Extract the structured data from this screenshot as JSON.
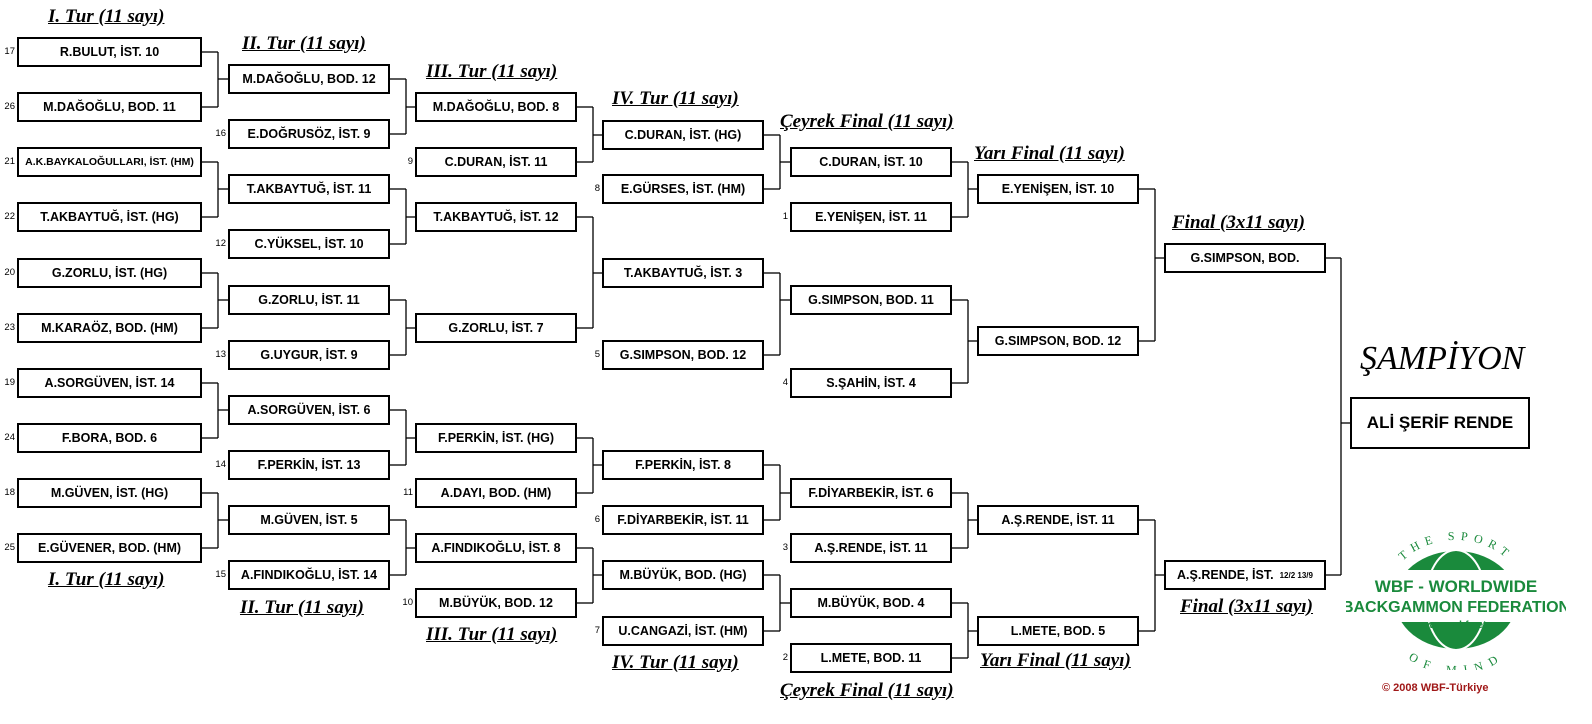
{
  "headers": {
    "r1": "I. Tur (11 sayı)",
    "r2": "II. Tur (11 sayı)",
    "r3": "III. Tur (11 sayı)",
    "r4": "IV. Tur (11 sayı)",
    "qf": "Çeyrek Final (11 sayı)",
    "sf": "Yarı Final (11 sayı)",
    "f": "Final (3x11 sayı)"
  },
  "r1": [
    {
      "seed": "17",
      "name": "R.BULUT, İST. 10"
    },
    {
      "seed": "26",
      "name": "M.DAĞOĞLU, BOD. 11"
    },
    {
      "seed": "21",
      "name": "A.K.BAYKALOĞULLARI, İST. (HM)"
    },
    {
      "seed": "22",
      "name": "T.AKBAYTUĞ, İST. (HG)"
    },
    {
      "seed": "20",
      "name": "G.ZORLU, İST. (HG)"
    },
    {
      "seed": "23",
      "name": "M.KARAÖZ, BOD. (HM)"
    },
    {
      "seed": "19",
      "name": "A.SORGÜVEN, İST. 14"
    },
    {
      "seed": "24",
      "name": "F.BORA, BOD. 6"
    },
    {
      "seed": "18",
      "name": "M.GÜVEN, İST. (HG)"
    },
    {
      "seed": "25",
      "name": "E.GÜVENER, BOD. (HM)"
    }
  ],
  "r2": [
    {
      "seed": "",
      "name": "M.DAĞOĞLU, BOD. 12"
    },
    {
      "seed": "16",
      "name": "E.DOĞRUSÖZ, İST. 9"
    },
    {
      "seed": "",
      "name": "T.AKBAYTUĞ, İST. 11"
    },
    {
      "seed": "12",
      "name": "C.YÜKSEL, İST. 10"
    },
    {
      "seed": "",
      "name": "G.ZORLU, İST. 11"
    },
    {
      "seed": "13",
      "name": "G.UYGUR, İST. 9"
    },
    {
      "seed": "",
      "name": "A.SORGÜVEN, İST. 6"
    },
    {
      "seed": "14",
      "name": "F.PERKİN, İST. 13"
    },
    {
      "seed": "",
      "name": "M.GÜVEN, İST. 5"
    },
    {
      "seed": "15",
      "name": "A.FINDIKOĞLU, İST. 14"
    }
  ],
  "r3": [
    {
      "seed": "",
      "name": "M.DAĞOĞLU, BOD. 8"
    },
    {
      "seed": "9",
      "name": "C.DURAN, İST. 11"
    },
    {
      "seed": "",
      "name": "T.AKBAYTUĞ, İST. 12"
    },
    {
      "seed": "",
      "name": "G.ZORLU, İST. 7"
    },
    {
      "seed": "",
      "name": "F.PERKİN, İST. (HG)"
    },
    {
      "seed": "11",
      "name": "A.DAYI, BOD. (HM)"
    },
    {
      "seed": "",
      "name": "A.FINDIKOĞLU, İST. 8"
    },
    {
      "seed": "10",
      "name": "M.BÜYÜK, BOD. 12"
    }
  ],
  "r4": [
    {
      "seed": "",
      "name": "C.DURAN, İST. (HG)"
    },
    {
      "seed": "8",
      "name": "E.GÜRSES, İST. (HM)"
    },
    {
      "seed": "",
      "name": "T.AKBAYTUĞ, İST. 3"
    },
    {
      "seed": "5",
      "name": "G.SIMPSON, BOD. 12"
    },
    {
      "seed": "",
      "name": "F.PERKİN, İST. 8"
    },
    {
      "seed": "6",
      "name": "F.DİYARBEKİR, İST. 11"
    },
    {
      "seed": "",
      "name": "M.BÜYÜK, BOD. (HG)"
    },
    {
      "seed": "7",
      "name": "U.CANGAZİ, İST. (HM)"
    }
  ],
  "qf": [
    {
      "seed": "",
      "name": "C.DURAN, İST. 10"
    },
    {
      "seed": "1",
      "name": "E.YENİŞEN, İST. 11"
    },
    {
      "seed": "",
      "name": "G.SIMPSON, BOD. 11"
    },
    {
      "seed": "4",
      "name": "S.ŞAHİN, İST. 4"
    },
    {
      "seed": "",
      "name": "F.DİYARBEKİR, İST. 6"
    },
    {
      "seed": "3",
      "name": "A.Ş.RENDE, İST. 11"
    },
    {
      "seed": "",
      "name": "M.BÜYÜK, BOD. 4"
    },
    {
      "seed": "2",
      "name": "L.METE, BOD. 11"
    }
  ],
  "sf": [
    {
      "name": "E.YENİŞEN, İST. 10"
    },
    {
      "name": "G.SIMPSON, BOD. 12"
    },
    {
      "name": "A.Ş.RENDE, İST.  11"
    },
    {
      "name": "L.METE, BOD.  5"
    }
  ],
  "final": [
    {
      "name": "G.SIMPSON, BOD.",
      "score": ""
    },
    {
      "name": "A.Ş.RENDE, İST.",
      "score": "12/2  13/9"
    }
  ],
  "champion": {
    "title": "ŞAMPİYON",
    "name": "ALİ ŞERİF RENDE"
  },
  "logo": {
    "arc_top": "THE SPORT",
    "arc_bottom": "OF MIND",
    "line1": "WBF - WORLDWIDE",
    "line2": "BACKGAMMON FEDERATION",
    "url": "www.wbf.net",
    "color": "#1a8a3c"
  },
  "copyright": "© 2008 WBF-Türkiye"
}
